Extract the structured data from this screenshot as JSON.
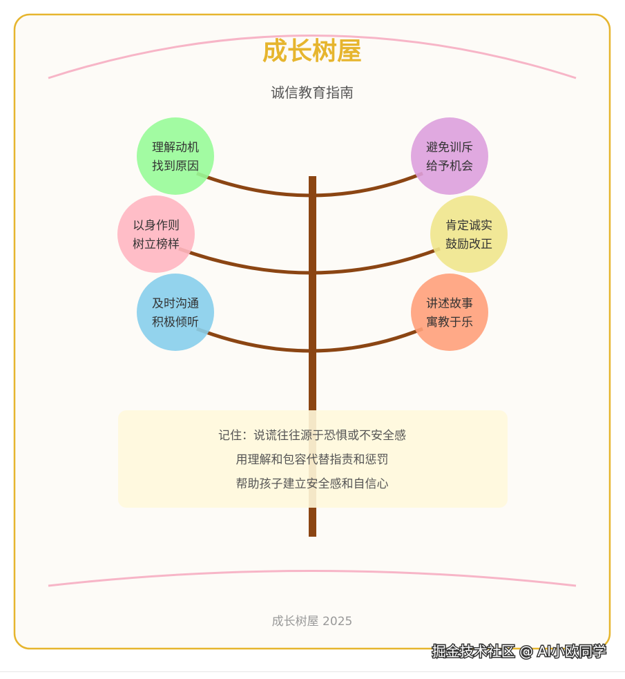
{
  "title": "成长树屋",
  "subtitle": "诚信教育指南",
  "tips": [
    {
      "line1": "理解动机",
      "line2": "找到原因",
      "color": "#98FB98"
    },
    {
      "line1": "避免训斥",
      "line2": "给予机会",
      "color": "#DDA0DD"
    },
    {
      "line1": "以身作则",
      "line2": "树立榜样",
      "color": "#FFB6C1"
    },
    {
      "line1": "肯定诚实",
      "line2": "鼓励改正",
      "color": "#F0E68C"
    },
    {
      "line1": "及时沟通",
      "line2": "积极倾听",
      "color": "#87CEEB"
    },
    {
      "line1": "讲述故事",
      "line2": "寓教于乐",
      "color": "#FFA07A"
    }
  ],
  "note": {
    "line1": "记住：说谎往往源于恐惧或不安全感",
    "line2": "用理解和包容代替指责和惩罚",
    "line3": "帮助孩子建立安全感和自信心"
  },
  "footer": "成长树屋 2025",
  "watermark": "掘金技术社区 @ AI小欧同学",
  "colors": {
    "frame_border": "#E6B52E",
    "frame_fill": "#FDFBF7",
    "title": "#E6B52E",
    "arc": "#F7B5C7",
    "trunk": "#8B4513",
    "note_fill": "#FFF8DC"
  }
}
